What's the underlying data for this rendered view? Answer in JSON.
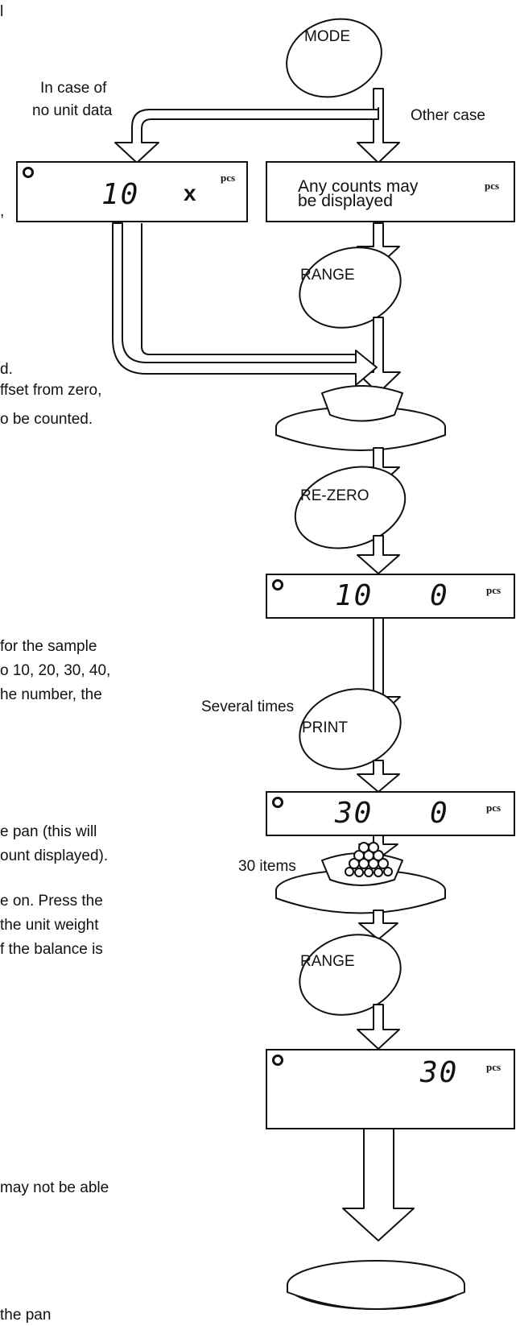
{
  "left_text": {
    "l1": "l",
    "l2": ",",
    "l3": "d.",
    "l4": "ffset from zero,",
    "l5": "o be counted.",
    "l6": "for the sample",
    "l7": "o 10, 20, 30, 40,",
    "l8": "he number, the",
    "l9": "e pan (this will",
    "l10": "ount displayed).",
    "l11": "e on. Press the",
    "l12": "the unit weight",
    "l13": "f the balance is",
    "l14": "may not be able",
    "l15": "the pan"
  },
  "flow": {
    "mode_label": "MODE",
    "no_unit_note_1": "In case of",
    "no_unit_note_2": "no unit data",
    "other_case": "Other case",
    "display_left_value": "10",
    "display_left_mark": "x",
    "display_right_line1": "Any counts may",
    "display_right_line2": "be displayed",
    "pcs_unit": "pcs",
    "range_label_1": "RANGE",
    "rezero_label": "RE-ZERO",
    "display2_sample": "10",
    "display2_count": "0",
    "several_times": "Several times",
    "print_label": "PRINT",
    "display3_sample": "30",
    "display3_count": "0",
    "items_note": "30 items",
    "range_label_2": "RANGE",
    "display4_count": "30"
  }
}
